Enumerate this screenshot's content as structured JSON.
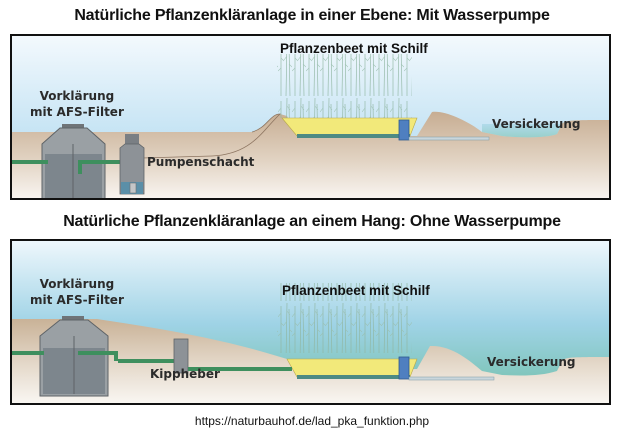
{
  "diagrams": [
    {
      "title": "Natürliche Pflanzenkläranlage in einer Ebene: Mit Wasserpumpe",
      "labels": {
        "pretreatment_line1": "Vorklärung",
        "pretreatment_line2": "mit AFS-Filter",
        "shaft": "Pumpenschacht",
        "plant_bed": "Pflanzenbeet mit Schilf",
        "infiltration": "Versickerung"
      }
    },
    {
      "title": "Natürliche Pflanzenkläranlage an einem Hang: Ohne Wasserpumpe",
      "labels": {
        "pretreatment_line1": "Vorklärung",
        "pretreatment_line2": "mit AFS-Filter",
        "shaft": "Kippheber",
        "plant_bed": "Pflanzenbeet mit Schilf",
        "infiltration": "Versickerung"
      }
    }
  ],
  "source": "https://naturbauhof.de/lad_pka_funktion.php",
  "colors": {
    "sky_top": "#f2f8fc",
    "sky_bottom": "#a9d6ee",
    "water_green": "#6fbfa6",
    "soil": "#c9b095",
    "soil_light": "#f4efe9",
    "pipe_green": "#3e8f5e",
    "tank_grey": "#8a8f94",
    "bed_yellow": "#f3ea7d",
    "riser_blue": "#4f7fc0"
  }
}
